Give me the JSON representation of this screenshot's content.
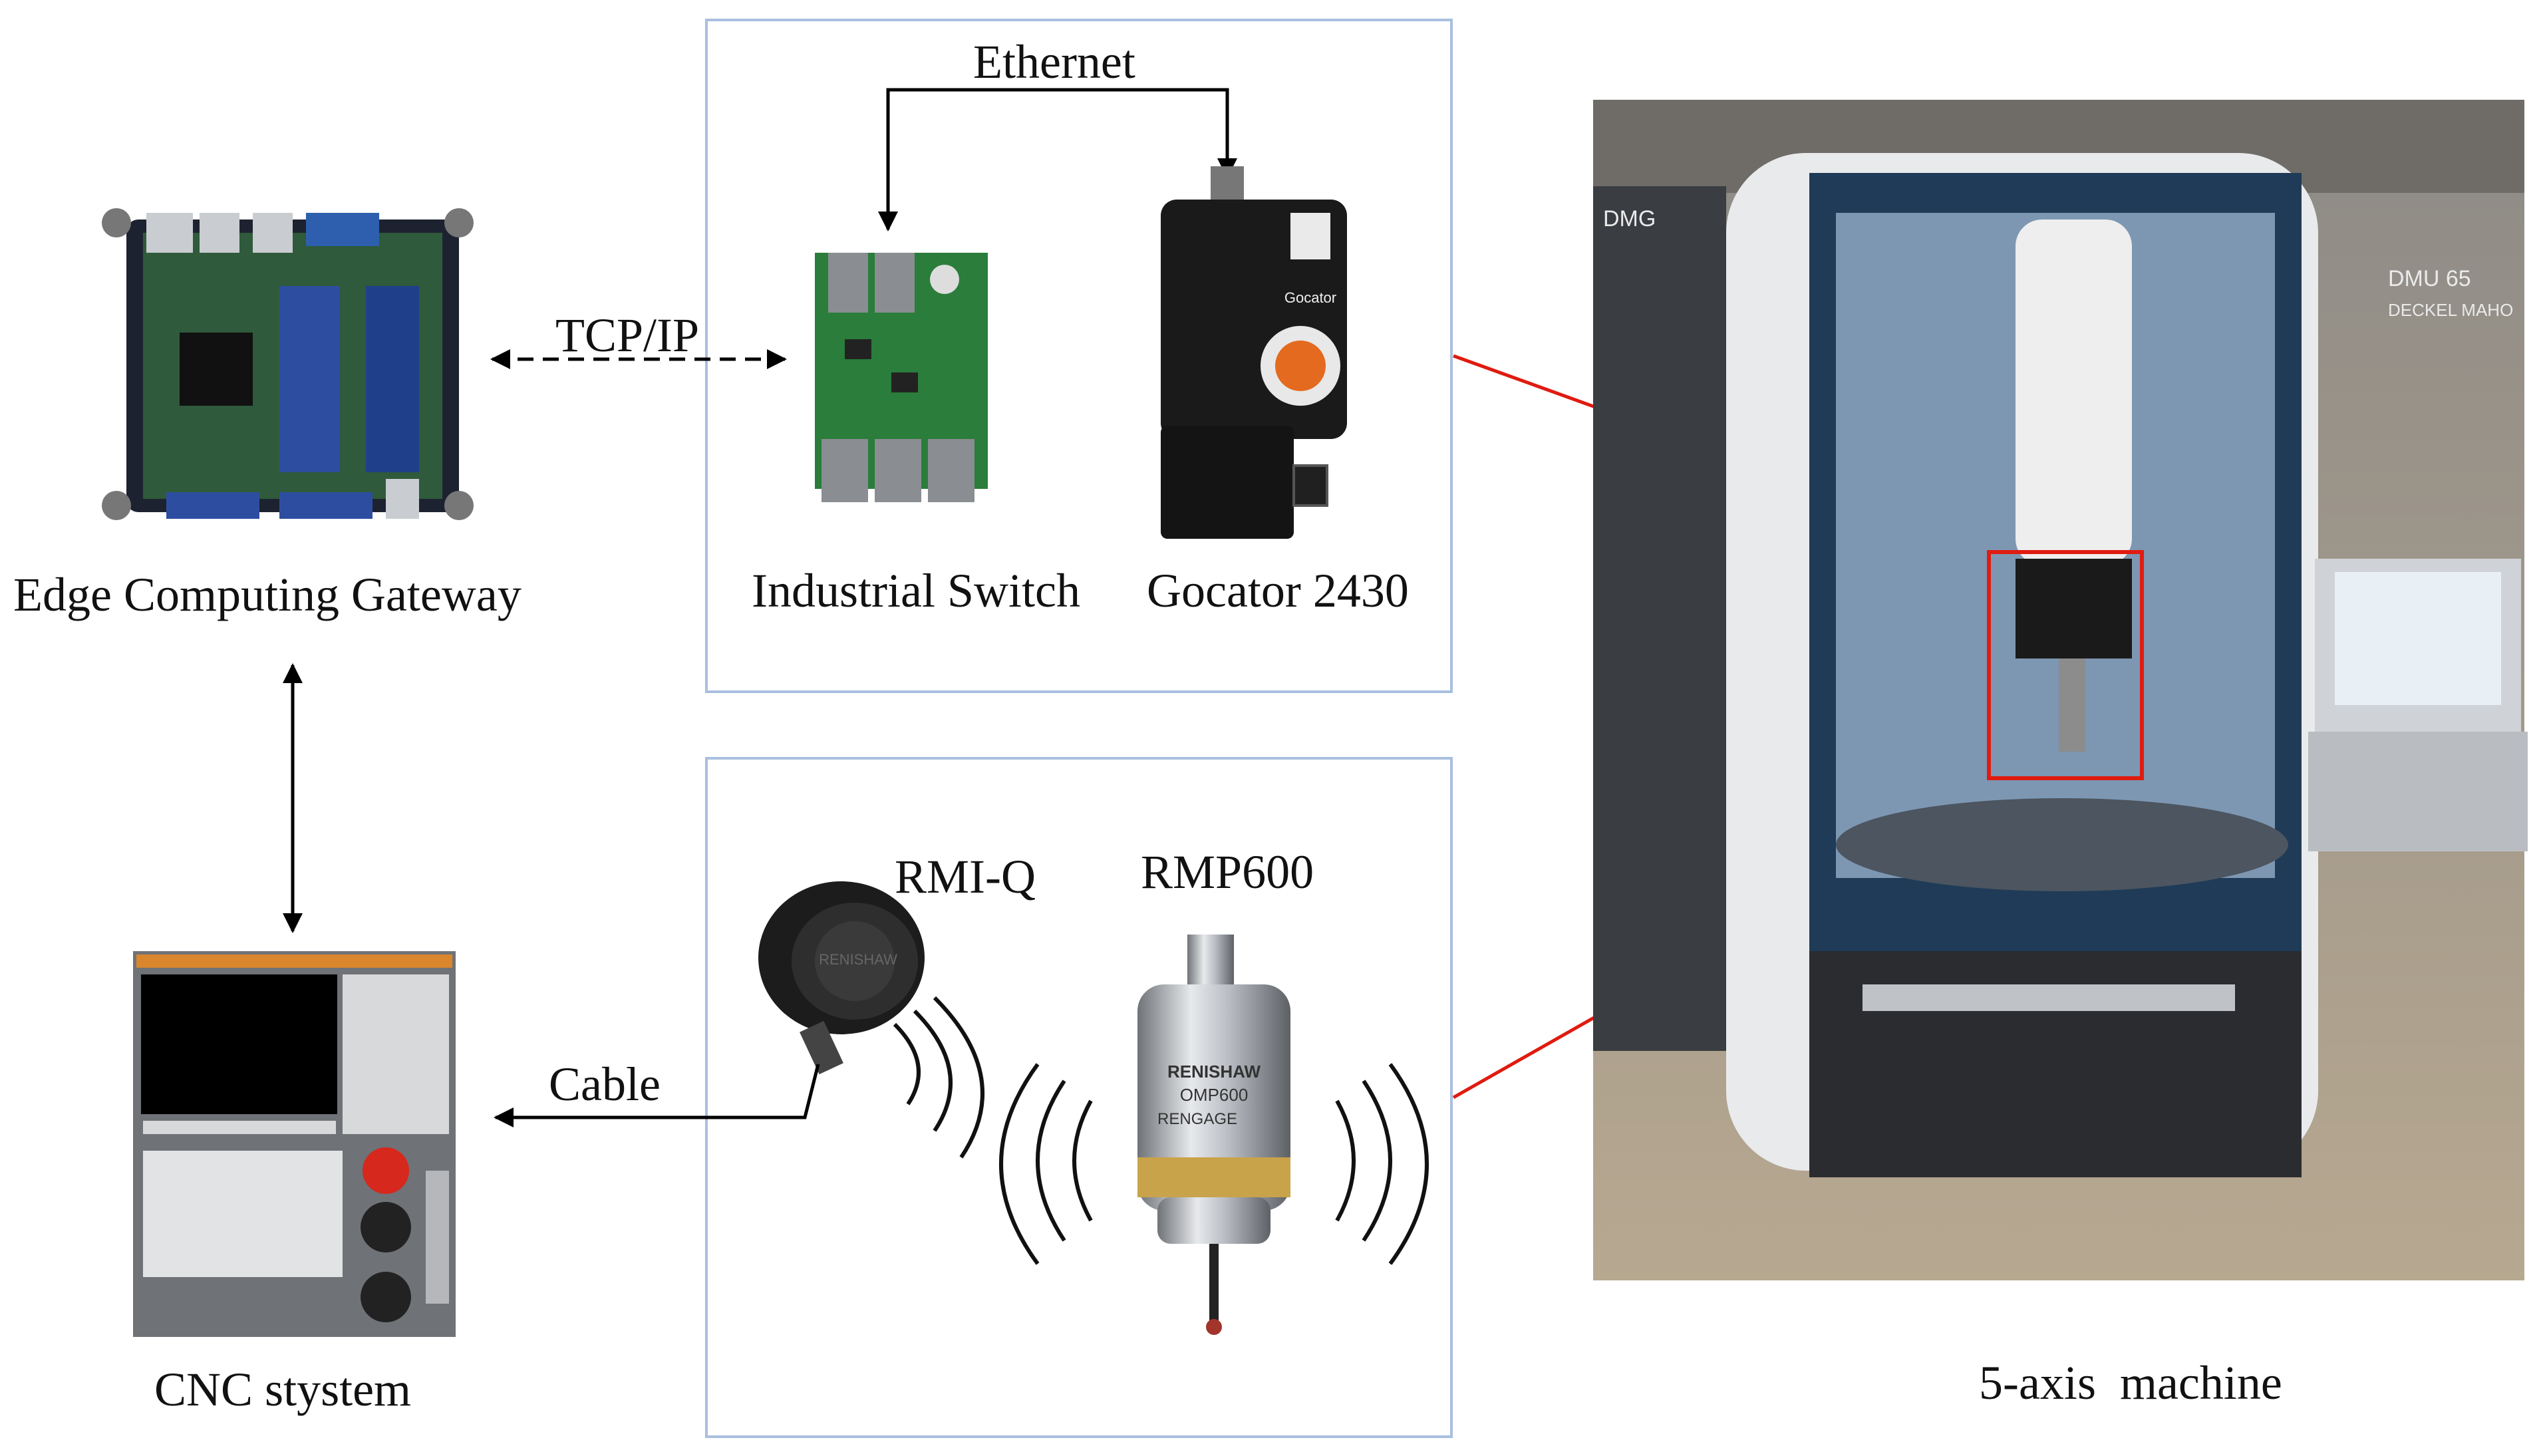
{
  "labels": {
    "gateway": "Edge Computing Gateway",
    "ethernet": "Ethernet",
    "tcpip": "TCP/IP",
    "switch": "Industrial Switch",
    "gocator": "Gocator 2430",
    "rmiq": "RMI-Q",
    "rmp600": "RMP600",
    "cable": "Cable",
    "cnc": "CNC stystem",
    "machine": "5-axis  machine"
  },
  "device_text": {
    "gocator_brand": "Gocator",
    "probe_brand": "RENISHAW",
    "probe_model": "OMP600",
    "probe_series": "RENGAGE",
    "machine_brand": "DMG",
    "machine_model": "DMU 65",
    "machine_maker": "DECKEL MAHO"
  },
  "colors": {
    "box_border": "#a9bfe0",
    "connector": "#e01b10",
    "line": "#000000"
  },
  "icons": {
    "gateway": "circuit-board-icon",
    "switch": "network-switch-icon",
    "gocator": "laser-sensor-icon",
    "rmiq": "receiver-icon",
    "rmp600": "touch-probe-icon",
    "cnc": "cnc-controller-icon",
    "machine": "machine-tool-icon"
  }
}
